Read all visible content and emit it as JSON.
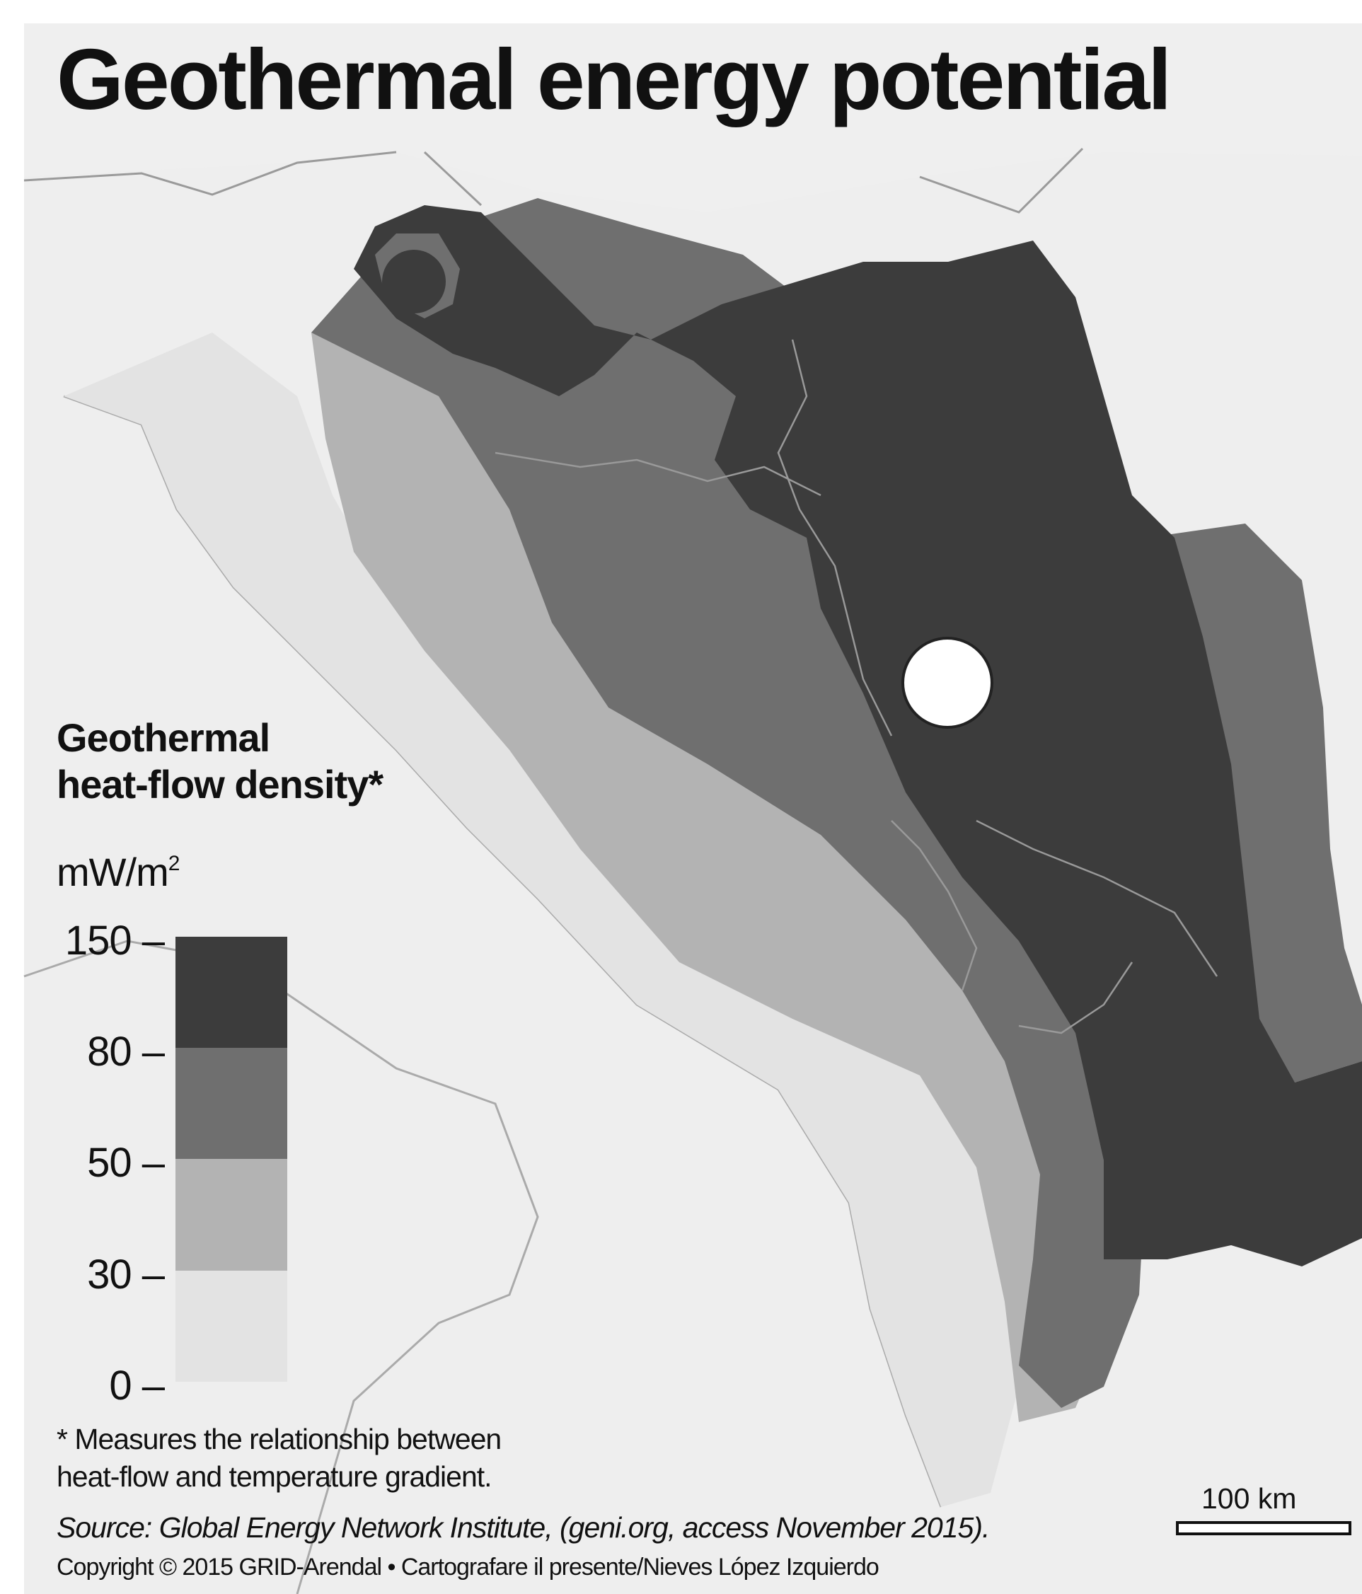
{
  "title": "Geothermal energy potential",
  "legend": {
    "title_line1": "Geothermal",
    "title_line2": "heat-flow density*",
    "unit": "mW/m",
    "unit_sup": "2",
    "ticks": [
      "150 –",
      "80 –",
      "50 –",
      "30 –",
      "0 –"
    ],
    "classes": [
      {
        "range": [
          80,
          150
        ],
        "color": "#3c3c3c"
      },
      {
        "range": [
          50,
          80
        ],
        "color": "#6f6f6f"
      },
      {
        "range": [
          30,
          50
        ],
        "color": "#b3b3b3"
      },
      {
        "range": [
          0,
          30
        ],
        "color": "#e3e3e3"
      }
    ]
  },
  "footnote_line1": "* Measures the relationship between",
  "footnote_line2": "heat-flow and temperature gradient.",
  "source": "Source: Global Energy Network Institute, (geni.org, access November 2015).",
  "copyright": "Copyright © 2015 GRID-Arendal  •  Cartografare il presente/Nieves López Izquierdo",
  "scale_label": "100 km",
  "colors": {
    "background": "#efefef",
    "sea": "#eeeeee",
    "class_very_high": "#3c3c3c",
    "class_high": "#6f6f6f",
    "class_medium": "#b3b3b3",
    "class_low": "#e3e3e3",
    "borders": "#999999",
    "marker": "#ffffff"
  }
}
